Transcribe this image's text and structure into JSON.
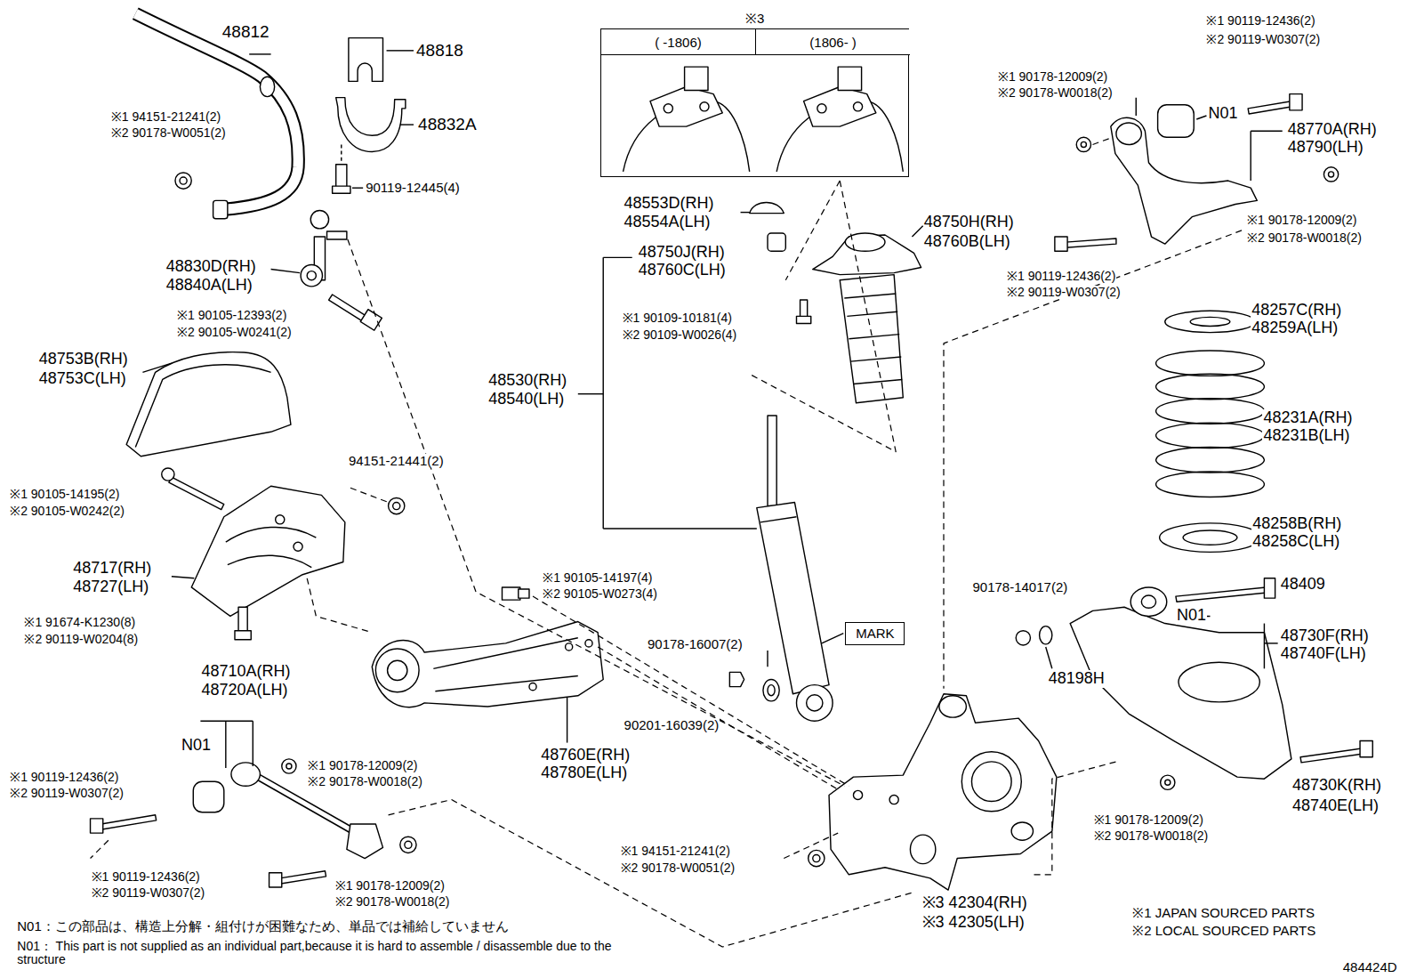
{
  "diagram": {
    "nodes": [
      {
        "text": [
          "※3"
        ]
      },
      {
        "text": [
          "( -1806)"
        ],
        "in": 0
      },
      {
        "text": [
          "(1806- )"
        ],
        "in": 0
      },
      {
        "text": [
          "MARK"
        ]
      }
    ],
    "labels": [
      "48812",
      "48818",
      "※1 94151-21241(2)",
      "※2 90178-W0051(2)",
      "48832A",
      "90119-12445(4)",
      "48830D(RH)",
      "48840A(LH)",
      "※1 90105-12393(2)",
      "※2 90105-W0241(2)",
      "48753B(RH)",
      "48753C(LH)",
      "※1 90105-14195(2)",
      "※2 90105-W0242(2)",
      "94151-21441(2)",
      "48717(RH)",
      "48727(LH)",
      "※1 91674-K1230(8)",
      "※2 90119-W0204(8)",
      "48710A(RH)",
      "48720A(LH)",
      "N01",
      "※1 90119-12436(2)",
      "※2 90119-W0307(2)",
      "※1 90178-12009(2)",
      "※2 90178-W0018(2)",
      "※1 90119-12436(2)",
      "※2 90119-W0307(2)",
      "※1 90178-12009(2)",
      "※2 90178-W0018(2)",
      "※1 90105-14197(4)",
      "※2 90105-W0273(4)",
      "48760E(RH)",
      "48780E(LH)",
      "48553D(RH)",
      "48554A(LH)",
      "48750J(RH)",
      "48760C(LH)",
      "48530(RH)",
      "48540(LH)",
      "※1 90109-10181(4)",
      "※2 90109-W0026(4)",
      "48750H(RH)",
      "48760B(LH)",
      "90178-16007(2)",
      "90201-16039(2)",
      "※1 94151-21241(2)",
      "※2 90178-W0051(2)",
      "※3 42304(RH)",
      "※3 42305(LH)",
      "※1 90119-12436(2)",
      "※2 90119-W0307(2)",
      "※1 90178-12009(2)",
      "※2 90178-W0018(2)",
      "N01",
      "48770A(RH)",
      "48790(LH)",
      "※1 90178-12009(2)",
      "※2 90178-W0018(2)",
      "※1 90119-12436(2)",
      "※2 90119-W0307(2)",
      "48257C(RH)",
      "48259A(LH)",
      "48231A(RH)",
      "48231B(LH)",
      "48258B(RH)",
      "48258C(LH)",
      "90178-14017(2)",
      "48409",
      "N01",
      "48198H",
      "48730F(RH)",
      "48740F(LH)",
      "48730K(RH)",
      "48740E(LH)",
      "※1 90178-12009(2)",
      "※2 90178-W0018(2)",
      "※1 JAPAN SOURCED PARTS",
      "※2 LOCAL SOURCED PARTS",
      "N01：この部品は、構造上分解・組付けが困難なため、単品では補給していません",
      "N01： This part is not supplied as an individual part,because it is hard to assemble / disassemble due to the structure",
      "484424D"
    ]
  }
}
